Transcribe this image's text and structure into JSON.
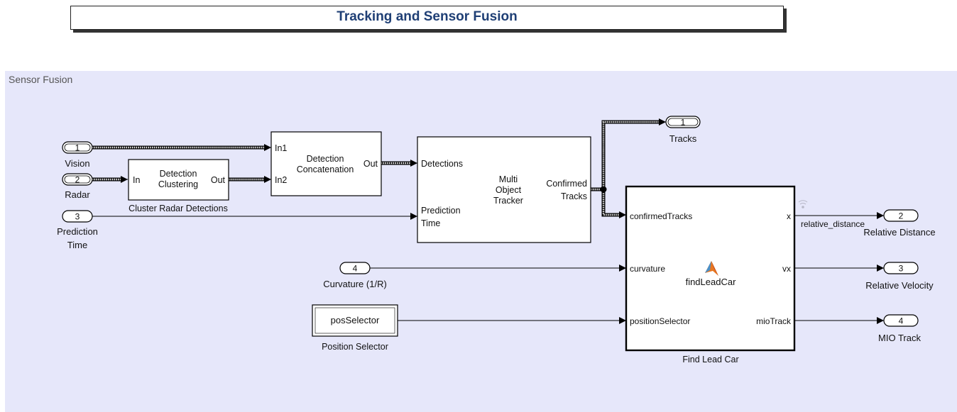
{
  "title": "Tracking and Sensor Fusion",
  "area_label": "Sensor Fusion",
  "inports": [
    {
      "num": "1",
      "label": "Vision"
    },
    {
      "num": "2",
      "label": "Radar"
    },
    {
      "num": "3",
      "label_line1": "Prediction",
      "label_line2": "Time"
    },
    {
      "num": "4",
      "label": "Curvature (1/R)"
    }
  ],
  "outports": [
    {
      "num": "1",
      "label": "Tracks"
    },
    {
      "num": "2",
      "label": "Relative Distance"
    },
    {
      "num": "3",
      "label": "Relative Velocity"
    },
    {
      "num": "4",
      "label": "MIO Track"
    }
  ],
  "blocks": {
    "clustering": {
      "in": "In",
      "out": "Out",
      "name_line1": "Detection",
      "name_line2": "Clustering",
      "caption": "Cluster Radar Detections"
    },
    "concatenation": {
      "in1": "In1",
      "in2": "In2",
      "out": "Out",
      "name_line1": "Detection",
      "name_line2": "Concatenation"
    },
    "tracker": {
      "in1": "Detections",
      "in2_line1": "Prediction",
      "in2_line2": "Time",
      "out_line1": "Confirmed",
      "out_line2": "Tracks",
      "name_line1": "Multi",
      "name_line2": "Object",
      "name_line3": "Tracker"
    },
    "pos_selector": {
      "name": "posSelector",
      "caption": "Position Selector"
    },
    "find_lead_car": {
      "in1": "confirmedTracks",
      "in2": "curvature",
      "in3": "positionSelector",
      "out1": "x",
      "out2": "vx",
      "out3": "mioTrack",
      "function_name": "findLeadCar",
      "caption": "Find Lead Car"
    }
  },
  "signals": {
    "relative_distance": "relative_distance"
  },
  "colors": {
    "area_bg": "#e6e7fa",
    "title_text": "#1f3f75",
    "matlab_logo": "#e87722"
  }
}
